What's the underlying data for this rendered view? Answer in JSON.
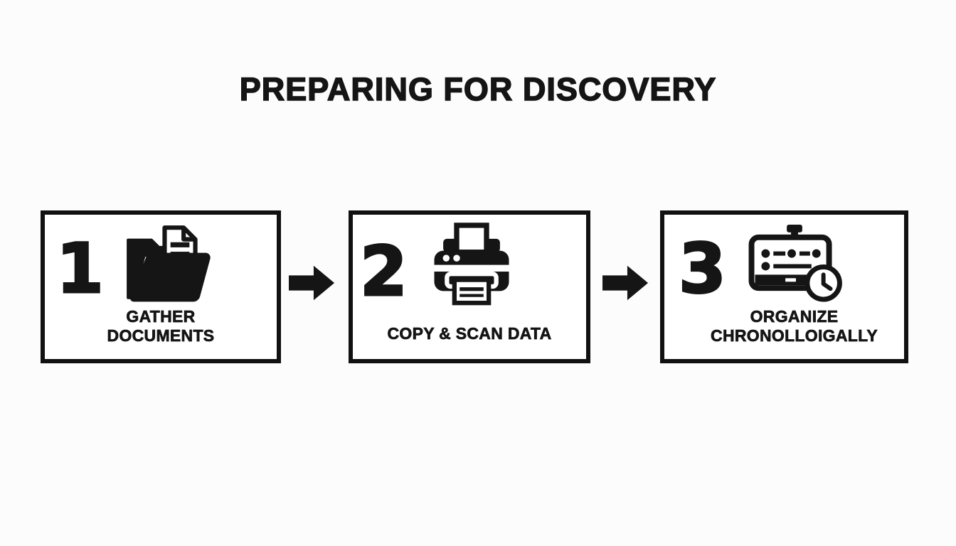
{
  "page": {
    "title": "PREPARING FOR DISCOVERY"
  },
  "colors": {
    "ink": "#151515",
    "background": "#fcfcfc",
    "box_border": "#111111",
    "box_fill": "#ffffff"
  },
  "steps": [
    {
      "number": "1",
      "icon": "open-folder-with-document-icon",
      "label_lines": [
        "GATHER",
        "DOCUMENTS"
      ]
    },
    {
      "number": "2",
      "icon": "printer-icon",
      "label_lines": [
        "COPY & SCAN DATA"
      ]
    },
    {
      "number": "3",
      "icon": "timeline-board-with-clock-icon",
      "label_lines": [
        "ORGANIZE",
        "CHRONOLLOIGALLY"
      ]
    }
  ],
  "arrows": [
    {
      "icon": "right-arrow-icon"
    },
    {
      "icon": "right-arrow-icon"
    }
  ]
}
